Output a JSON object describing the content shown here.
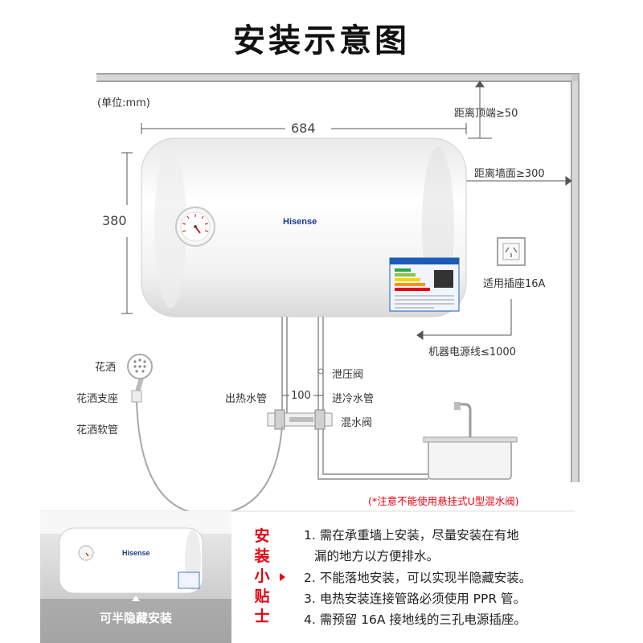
{
  "title": "安装示意图",
  "unit": "(单位:mm)",
  "dimensions": {
    "width": "684",
    "height": "380",
    "top_clearance": "距离顶端≥50",
    "wall_clearance": "距离墙面≥300",
    "pipe_spacing": "100"
  },
  "brand": "Hisense",
  "labels": {
    "socket": "适用插座16A",
    "power_cord": "机器电源线≤1000",
    "shower_head": "花洒",
    "shower_bracket": "花洒支座",
    "shower_hose": "花洒软管",
    "relief_valve": "泄压阀",
    "hot_outlet": "出热水管",
    "cold_inlet": "进冷水管",
    "mixing_valve": "混水阀"
  },
  "warning": "(*注意不能使用悬挂式U型混水阀)",
  "thumbnail": {
    "brand": "Hisense",
    "caption": "可半隐藏安装"
  },
  "tips": {
    "heading": [
      "安",
      "装",
      "小",
      "贴",
      "士"
    ],
    "items": [
      "1. 需在承重墙上安装，尽量安装在有地",
      "漏的地方以方便排水。",
      "2. 不能落地安装，可以实现半隐藏安装。",
      "3. 电热安装连接管路必须使用 PPR 管。",
      "4. 需预留 16A 接地线的三孔电源插座。"
    ]
  },
  "colors": {
    "wall": "#9b9b9b",
    "accent_red": "#e60012",
    "tank": "#f4f4f4"
  }
}
